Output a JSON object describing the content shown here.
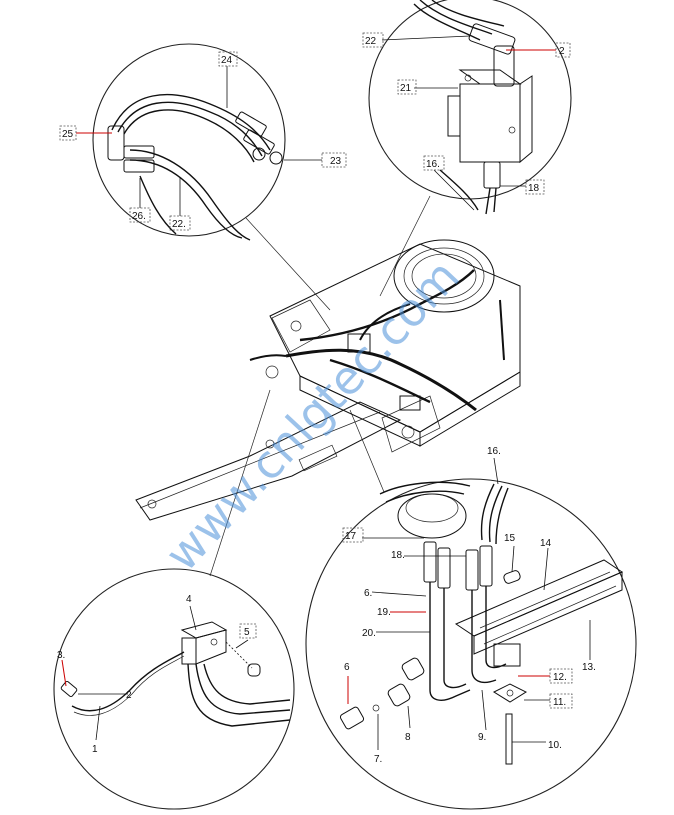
{
  "watermark": "www.cnlgtec.com",
  "callouts": {
    "c24": "24",
    "c25": "25",
    "c23": "23",
    "c26": "26.",
    "c22a": "22.",
    "c22b": "22",
    "c2": "2",
    "c21": "21",
    "c16a": "16.",
    "c18a": "18",
    "c16b": "16.",
    "c15": "15",
    "c14": "14",
    "c17": "17",
    "c18b": "18.",
    "c6a": "6.",
    "c19": "19.",
    "c20": "20.",
    "c6b": "6",
    "c8": "8",
    "c7": "7.",
    "c9": "9.",
    "c12": "12.",
    "c11": "11.",
    "c13": "13.",
    "c10": "10.",
    "c4": "4",
    "c5": "5",
    "c3": "3.",
    "c1": "1",
    "c2b": "2"
  }
}
